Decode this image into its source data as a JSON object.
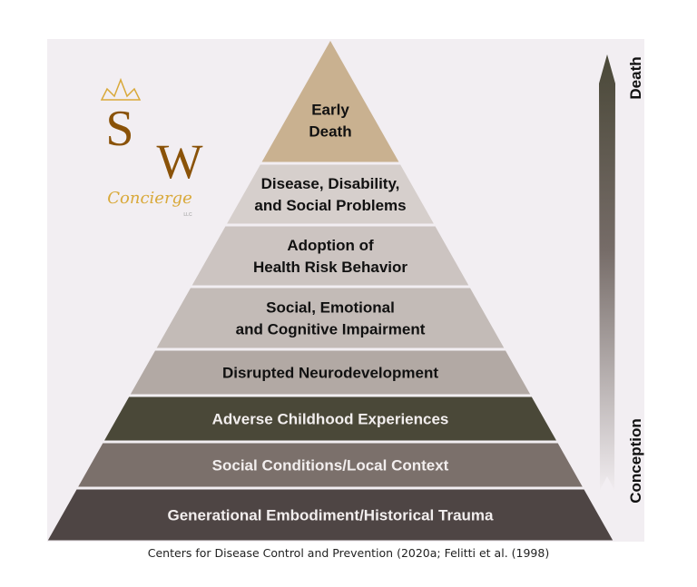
{
  "logo": {
    "monogram": "SW",
    "script_text": "Concierge",
    "suffix": "LLC",
    "colors": {
      "monogram": "#8a5208",
      "gold": "#d9a93a"
    }
  },
  "pyramid": {
    "layers": [
      {
        "lines": [
          "Early",
          "Death"
        ],
        "color": "#c9b190",
        "text_color": "#111111"
      },
      {
        "lines": [
          "Disease, Disability,",
          "and Social Problems"
        ],
        "color": "#d6cfcc",
        "text_color": "#111111"
      },
      {
        "lines": [
          "Adoption of",
          "Health Risk Behavior"
        ],
        "color": "#ccc4c1",
        "text_color": "#111111"
      },
      {
        "lines": [
          "Social, Emotional",
          "and Cognitive Impairment"
        ],
        "color": "#c3bbb7",
        "text_color": "#111111"
      },
      {
        "lines": [
          "Disrupted Neurodevelopment"
        ],
        "color": "#b2a9a4",
        "text_color": "#111111"
      },
      {
        "lines": [
          "Adverse Childhood Experiences"
        ],
        "color": "#4a4838",
        "text_color": "#f2eeee"
      },
      {
        "lines": [
          "Social Conditions/Local Context"
        ],
        "color": "#7b706b",
        "text_color": "#f2eeee"
      },
      {
        "lines": [
          "Generational Embodiment/Historical Trauma"
        ],
        "color": "#4e4544",
        "text_color": "#f2eeee"
      }
    ]
  },
  "arrow": {
    "top_label": "Death",
    "bottom_label": "Conception",
    "color_top": "#4a4838",
    "color_bottom": "#f0ecef"
  },
  "caption": "Centers for Disease Control and Prevention (2020a; Felitti et al. (1998)"
}
